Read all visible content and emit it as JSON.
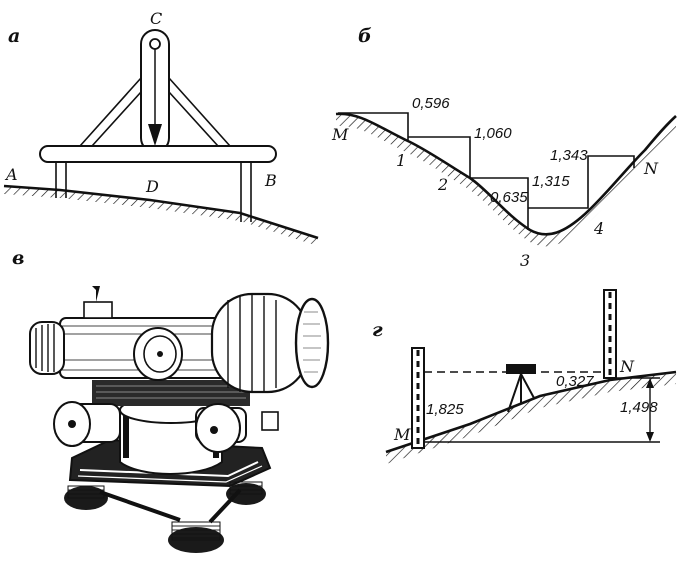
{
  "panels": {
    "a": {
      "label": "а",
      "points": {
        "A": "A",
        "B": "B",
        "C": "C",
        "D": "D"
      }
    },
    "b": {
      "label": "б",
      "points": {
        "M": "M",
        "N": "N",
        "p1": "1",
        "p2": "2",
        "p3": "3",
        "p4": "4"
      },
      "readings": [
        "0,596",
        "1,060",
        "0,635",
        "1,315",
        "1,343"
      ]
    },
    "v": {
      "label": "в"
    },
    "g": {
      "label": "г",
      "points": {
        "M": "M",
        "N": "N"
      },
      "readings": {
        "rodM": "1,825",
        "rodN": "0,327",
        "height": "1,498"
      }
    }
  }
}
